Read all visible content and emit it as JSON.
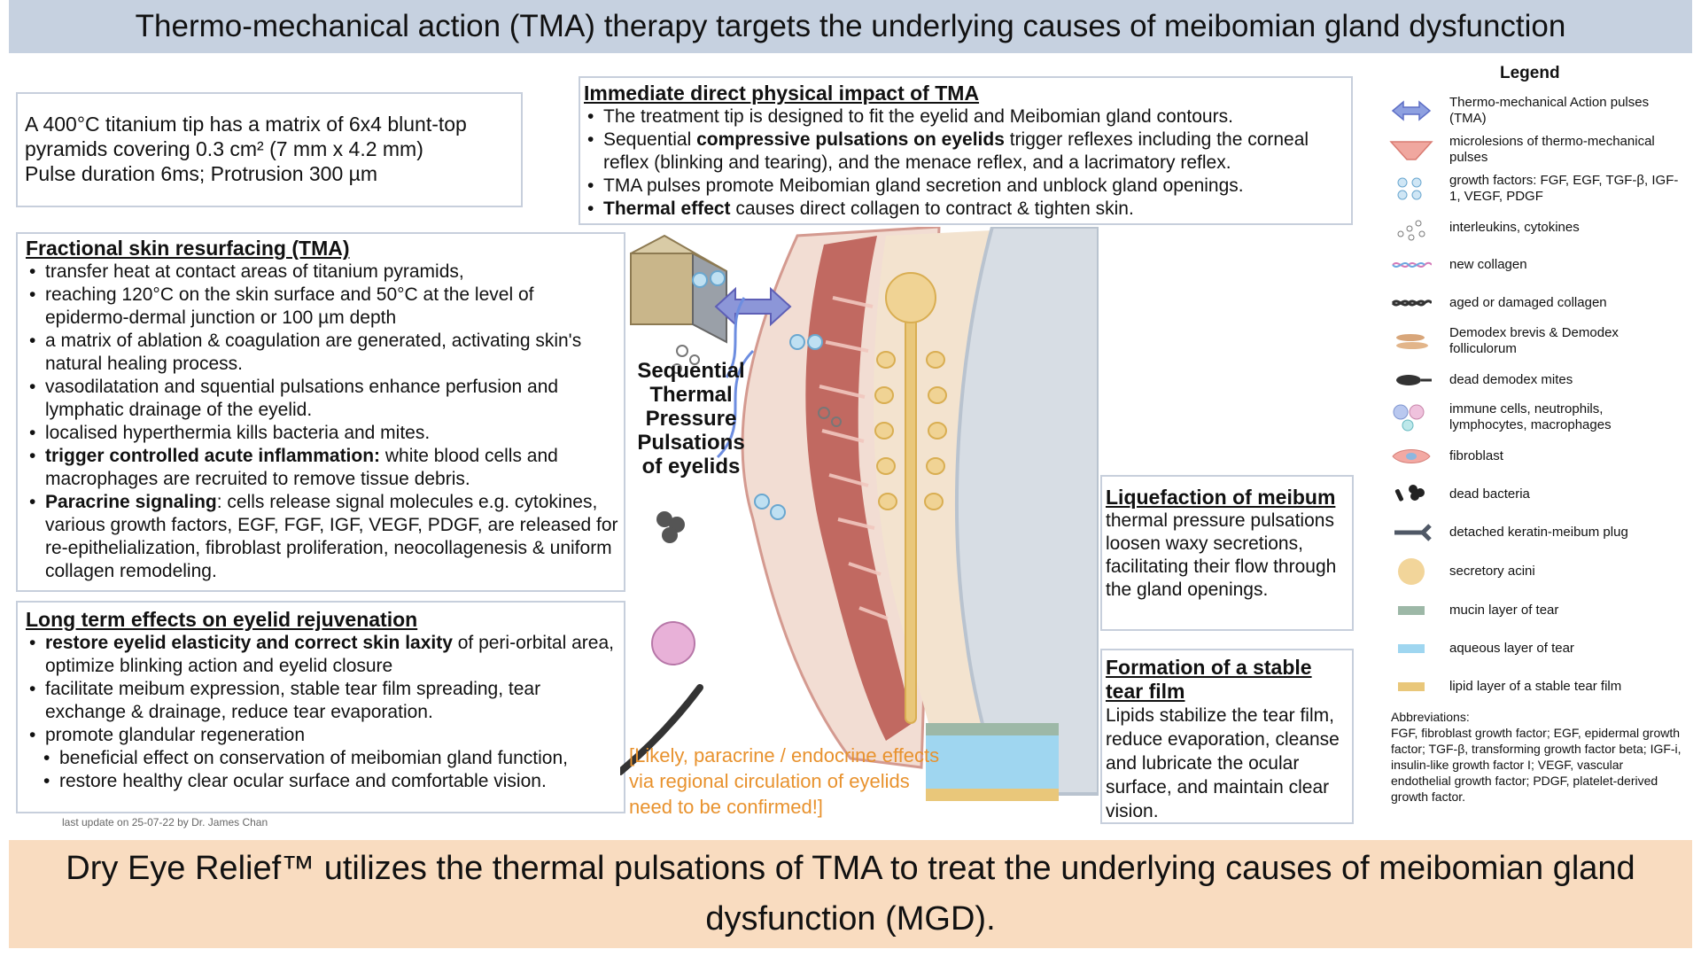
{
  "title": "Thermo-mechanical action (TMA) therapy targets the underlying causes of meibomian gland dysfunction",
  "tip_box": {
    "lines": [
      "A 400°C titanium tip has a matrix of  6x4 blunt-top",
      "pyramids covering 0.3 cm² (7 mm x 4.2 mm)",
      "Pulse duration 6ms; Protrusion 300 µm"
    ]
  },
  "immediate_box": {
    "heading": "Immediate direct physical impact of TMA",
    "b1": "The treatment tip is designed to fit the eyelid and Meibomian gland contours.",
    "b2_pre": "Sequential ",
    "b2_bold": "compressive pulsations on eyelids",
    "b2_post": " trigger reflexes including the corneal reflex (blinking and tearing), and the menace reflex, and a lacrimatory reflex.",
    "b3": "TMA pulses promote Meibomian gland secretion and unblock gland openings.",
    "b4_bold": "Thermal effect",
    "b4_post": " causes direct collagen to contract & tighten skin."
  },
  "fractional_box": {
    "heading": "Fractional skin resurfacing  (TMA)",
    "b1": "transfer heat at contact areas of titanium pyramids,",
    "b2": "reaching 120°C on the skin surface and 50°C at the level of epidermo-dermal junction or 100 µm depth",
    "b3": "a matrix of ablation & coagulation are generated, activating skin's natural healing process.",
    "b4": "vasodilatation and squential pulsations enhance perfusion and lymphatic drainage of the eyelid.",
    "b5": "localised hyperthermia kills bacteria and mites.",
    "b6_bold": "trigger controlled acute inflammation:",
    "b6_post": " white blood cells and macrophages are recruited to remove tissue debris.",
    "b7_bold": "Paracrine signaling",
    "b7_post": ": cells release signal molecules e.g. cytokines, various growth factors, EGF, FGF, IGF, VEGF, PDGF, are released for re-epithelialization, fibroblast proliferation, neocollagenesis & uniform collagen remodeling."
  },
  "longterm_box": {
    "heading": "Long term effects on eyelid rejuvenation",
    "b1_bold": "restore eyelid elasticity and correct skin laxity",
    "b1_post": " of peri-orbital area, optimize blinking action and eyelid closure",
    "b2": "facilitate meibum expression, stable tear film spreading, tear exchange & drainage, reduce tear evaporation.",
    "b3": "promote glandular regeneration",
    "s1": "beneficial effect on conservation of meibomian gland function,",
    "s2": "restore healthy clear ocular surface and comfortable vision."
  },
  "update_note": "last update on 25-07-22 by Dr. James Chan",
  "diagram": {
    "sequential_label_1": "Sequential",
    "sequential_label_2": "Thermal",
    "sequential_label_3": "Pressure",
    "sequential_label_4": "Pulsations",
    "sequential_label_5": "of eyelids",
    "orange_note": "[Likely, paracrine / endocrine effects via regional circulation of eyelids need to be confirmed!]"
  },
  "liquefaction_box": {
    "heading": "Liquefaction of meibum",
    "body": "thermal pressure pulsations loosen waxy secretions, facilitating their flow through the gland openings."
  },
  "tearfilm_box": {
    "heading": "Formation of a stable tear film",
    "body": "Lipids stabilize the tear film, reduce evaporation, cleanse and lubricate the ocular surface, and maintain clear vision."
  },
  "legend": {
    "title": "Legend",
    "items": [
      {
        "label": "Thermo-mechanical Action pulses (TMA)",
        "icon": "double-arrow-icon"
      },
      {
        "label": "microlesions of  thermo-mechanical pulses",
        "icon": "microlesion-icon"
      },
      {
        "label": "growth factors: FGF, EGF, TGF-β, IGF-1, VEGF, PDGF",
        "icon": "growth-factor-icon"
      },
      {
        "label": "interleukins, cytokines",
        "icon": "cytokine-icon"
      },
      {
        "label": "new collagen",
        "icon": "new-collagen-icon"
      },
      {
        "label": "aged or damaged collagen",
        "icon": "aged-collagen-icon"
      },
      {
        "label": "Demodex brevis & Demodex folliculorum",
        "icon": "demodex-icon"
      },
      {
        "label": "dead demodex mites",
        "icon": "dead-mite-icon"
      },
      {
        "label": "immune cells, neutrophils, lymphocytes, macrophages",
        "icon": "immune-cell-icon"
      },
      {
        "label": "fibroblast",
        "icon": "fibroblast-icon"
      },
      {
        "label": "dead bacteria",
        "icon": "dead-bacteria-icon"
      },
      {
        "label": "detached keratin-meibum plug",
        "icon": "keratin-plug-icon"
      },
      {
        "label": "secretory acini",
        "icon": "acini-icon"
      },
      {
        "label": "mucin layer of tear",
        "icon": "mucin-layer-icon"
      },
      {
        "label": "aqueous layer of tear",
        "icon": "aqueous-layer-icon"
      },
      {
        "label": "lipid layer of a stable tear film",
        "icon": "lipid-layer-icon"
      }
    ],
    "abbr_title": "Abbreviations:",
    "abbr_text": "FGF, fibroblast growth factor; EGF, epidermal growth factor; TGF-β, transforming growth factor beta;  IGF-i, insulin-like growth factor I; VEGF, vascular endothelial growth factor; PDGF, platelet-derived growth factor."
  },
  "footer": "Dry Eye Relief™ utilizes the thermal pulsations of TMA to treat the underlying causes of meibomian gland dysfunction (MGD).",
  "colors": {
    "title_bg": "#c6d1e0",
    "footer_bg": "#f9dcc0",
    "box_border": "#c7cfdc",
    "orange_note": "#e8922e",
    "gland": "#e9c77a"
  }
}
